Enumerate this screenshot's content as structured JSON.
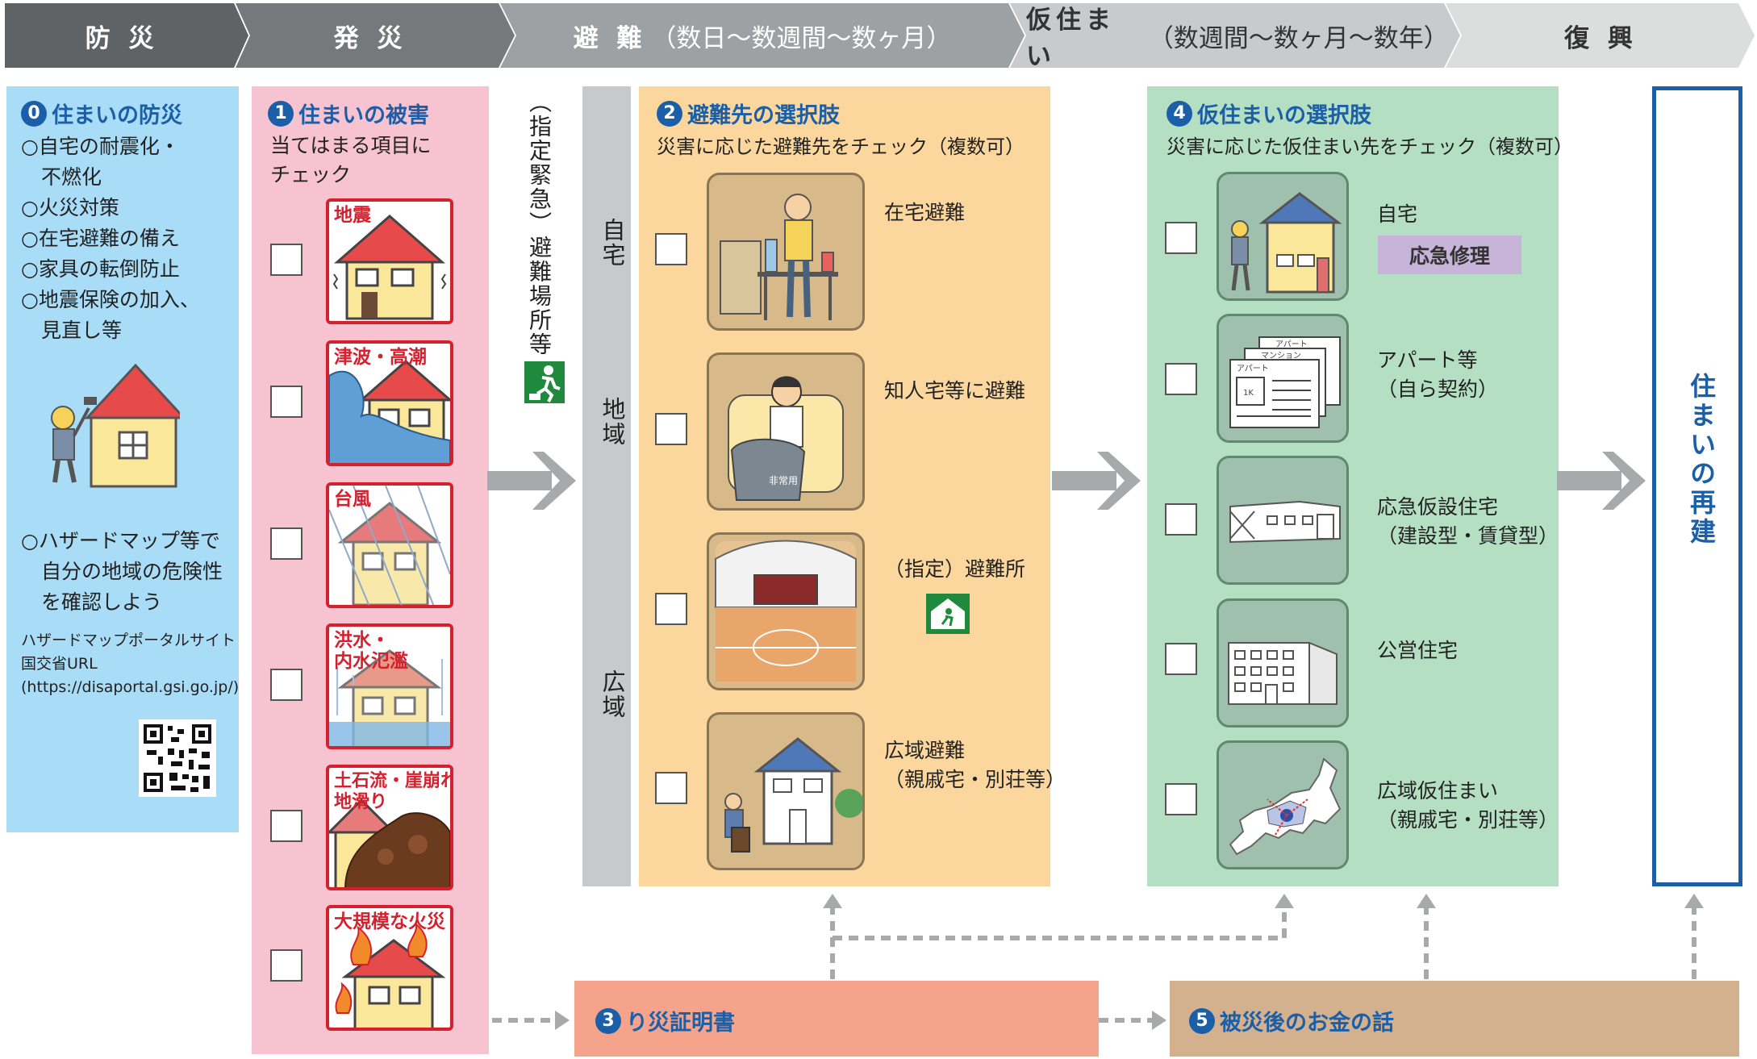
{
  "phases": [
    {
      "name": "防 災",
      "sub": ""
    },
    {
      "name": "発 災",
      "sub": ""
    },
    {
      "name": "避 難",
      "sub": "（数日〜数週間〜数ヶ月）"
    },
    {
      "name": "仮住まい",
      "sub": "（数週間〜数ヶ月〜数年）"
    },
    {
      "name": "復 興",
      "sub": ""
    }
  ],
  "colors": {
    "navy": "#1a5fa8",
    "red": "#d6202e",
    "blue_panel": "#a9dcf7",
    "pink_panel": "#f7c3d0",
    "orange_panel": "#fcd79d",
    "green_panel": "#b5dfc3",
    "salmon": "#f5a48b",
    "tan": "#d3b18f"
  },
  "panel0": {
    "num": "0",
    "title": "住まいの防災",
    "items": [
      "○自宅の耐震化・",
      "　不燃化",
      "○火災対策",
      "○在宅避難の備え",
      "○家具の転倒防止",
      "○地震保険の加入、",
      "　見直し等"
    ],
    "hazard": [
      "○ハザードマップ等で",
      "　自分の地域の危険性",
      "　を確認しよう"
    ],
    "portal": [
      "ハザードマップポータルサイト",
      "国交省URL",
      "(https://disaportal.gsi.go.jp/)"
    ]
  },
  "panel1": {
    "num": "1",
    "title": "住まいの被害",
    "instr": [
      "当てはまる項目に",
      "チェック"
    ],
    "damages": [
      [
        "地震"
      ],
      [
        "津波・高潮"
      ],
      [
        "台風"
      ],
      [
        "洪水・",
        "内水氾濫"
      ],
      [
        "土石流・崖崩れ・",
        "地滑り"
      ],
      [
        "大規模な火災"
      ]
    ]
  },
  "shelter_label": "（指定緊急）避難場所等",
  "areas": [
    "自宅",
    "地域",
    "広域"
  ],
  "panel2": {
    "num": "2",
    "title": "避難先の選択肢",
    "instr": "災害に応じた避難先をチェック（複数可）",
    "options": [
      [
        "在宅避難"
      ],
      [
        "知人宅等に避難"
      ],
      [
        "（指定）避難所"
      ],
      [
        "広域避難",
        "（親戚宅・別荘等）"
      ]
    ],
    "bag_label": "非常用"
  },
  "panel4": {
    "num": "4",
    "title": "仮住まいの選択肢",
    "instr": "災害に応じた仮住まい先をチェック（複数可）",
    "options": [
      [
        "自宅"
      ],
      [
        "アパート等",
        "（自ら契約）"
      ],
      [
        "応急仮設住宅",
        "（建設型・賃貸型）"
      ],
      [
        "公営住宅"
      ],
      [
        "広域仮住まい",
        "（親戚宅・別荘等）"
      ]
    ],
    "repair": "応急修理",
    "apt_signs": [
      "アパート",
      "マンション",
      "アパート",
      "1K"
    ]
  },
  "final": "住まいの再建",
  "panel3": {
    "num": "3",
    "title": "り災証明書"
  },
  "panel5": {
    "num": "5",
    "title": "被災後のお金の話"
  }
}
